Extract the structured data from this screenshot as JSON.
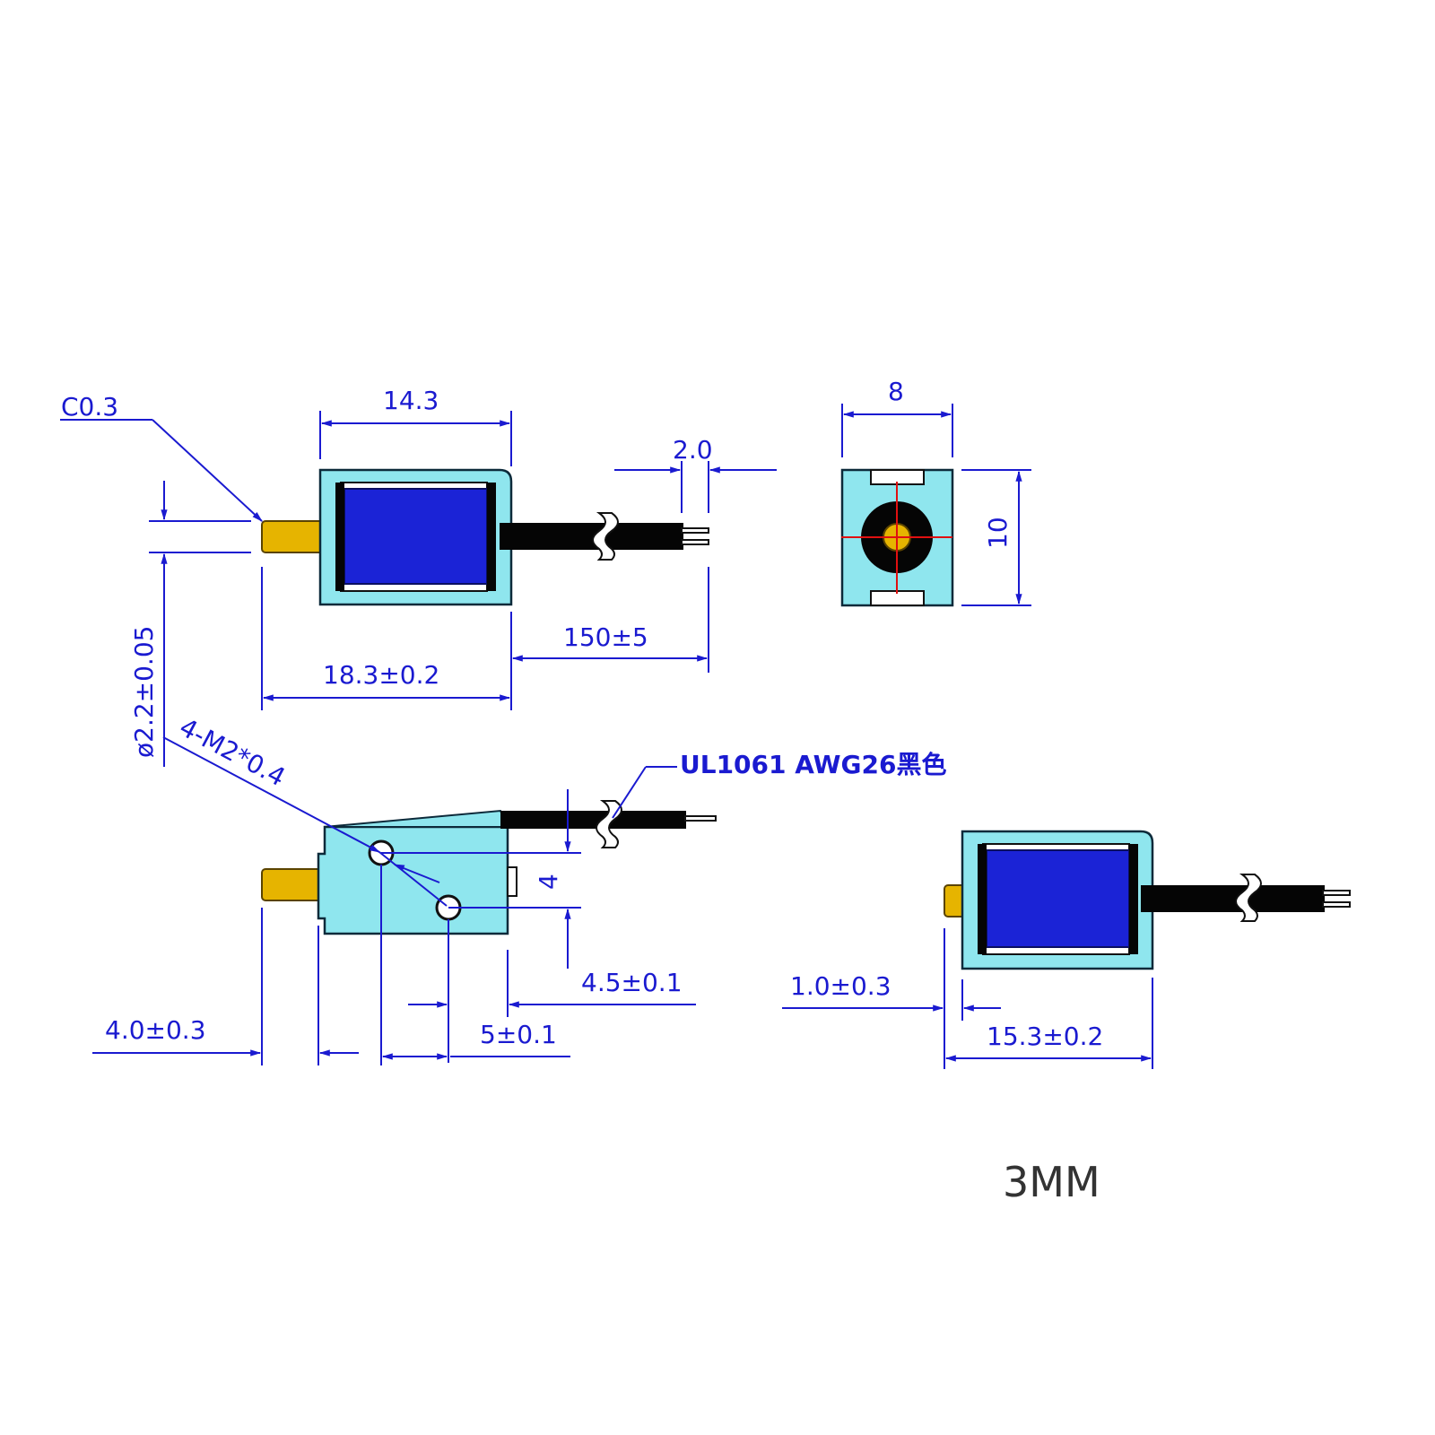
{
  "dimensions": {
    "chamfer": "C0.3",
    "coil_length": "14.3",
    "lead_spacing": "2.0",
    "width": "8",
    "height": "10",
    "diameter": "ø2.2±0.05",
    "overall_length": "18.3±0.2",
    "wire_length": "150±5",
    "threads": "4-M2*0.4",
    "hole_spacing_v": "4",
    "hole_offset": "4.5±0.1",
    "plunger_extension": "4.0±0.3",
    "hole_spacing_h": "5±0.1",
    "stroke": "1.0±0.3",
    "retracted_length": "15.3±0.2"
  },
  "wire_note": "UL1061 AWG26黑色",
  "stroke_caption": "3MM",
  "colors": {
    "dimension": "#1a1ad0",
    "body": "#8fe6ee",
    "coil": "#1b23d6",
    "plunger": "#e6b400",
    "wire": "#050505",
    "center_mark": "#e01010"
  }
}
